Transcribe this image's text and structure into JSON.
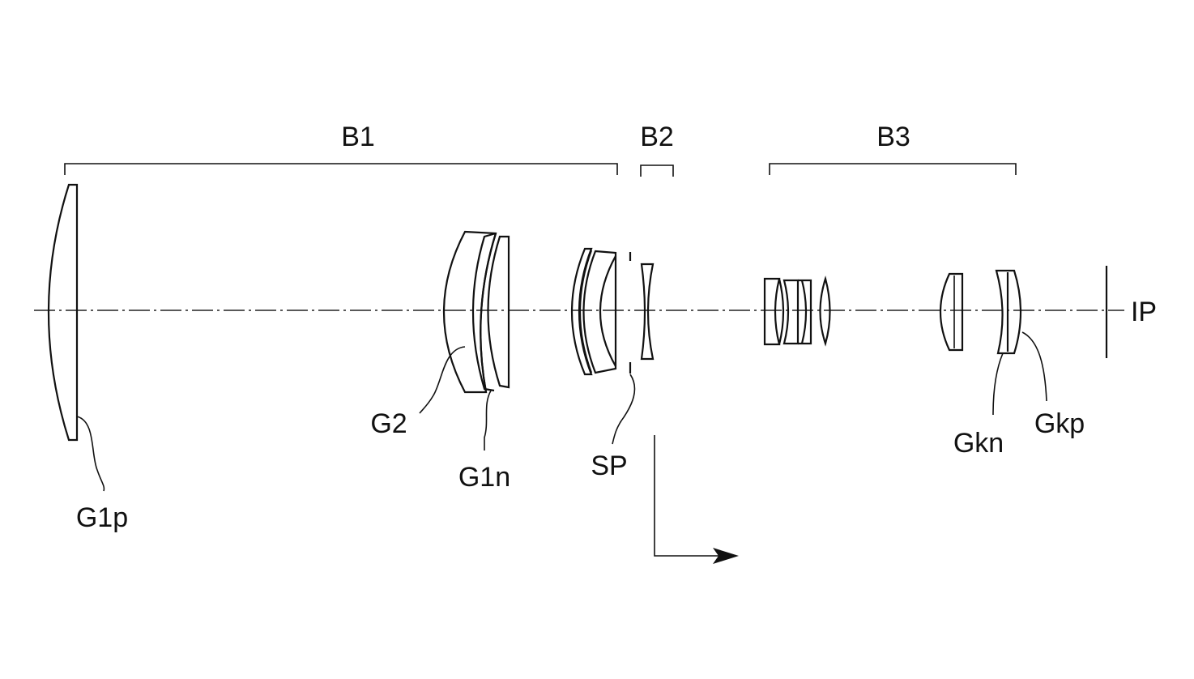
{
  "figure": {
    "groups": {
      "b1": "B1",
      "b2": "B2",
      "b3": "B3"
    },
    "labels": {
      "g1p": "G1p",
      "g2": "G2",
      "g1n": "G1n",
      "sp": "SP",
      "gkn": "Gkn",
      "gkp": "Gkp",
      "ip": "IP"
    }
  }
}
